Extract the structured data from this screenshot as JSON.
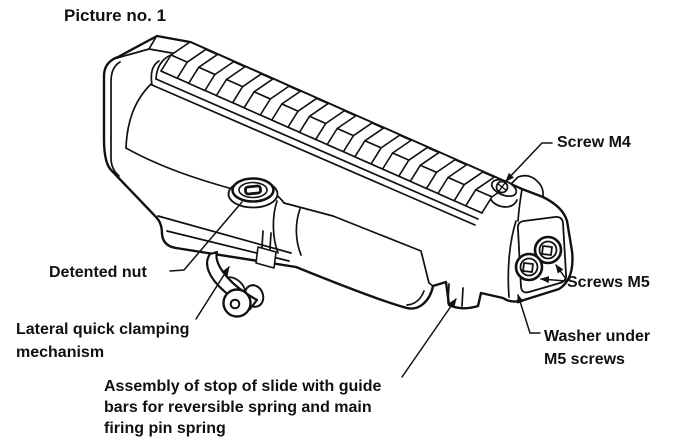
{
  "figure": {
    "title": "Picture no. 1",
    "illustration": "receiver-top-cover-with-picatinny-rail-line-drawing",
    "labels": {
      "screw_m4": "Screw M4",
      "detented_nut": "Detented nut",
      "lateral_clamping": "Lateral quick clamping\nmechanism",
      "slide_stop": "Assembly of stop of slide with guide\nbars for reversible spring and main\nfiring pin spring",
      "screws_m5": "Screws M5",
      "washer_m5": "Washer under\nM5 screws"
    },
    "colors": {
      "ink": "#111111",
      "background": "#ffffff"
    }
  }
}
